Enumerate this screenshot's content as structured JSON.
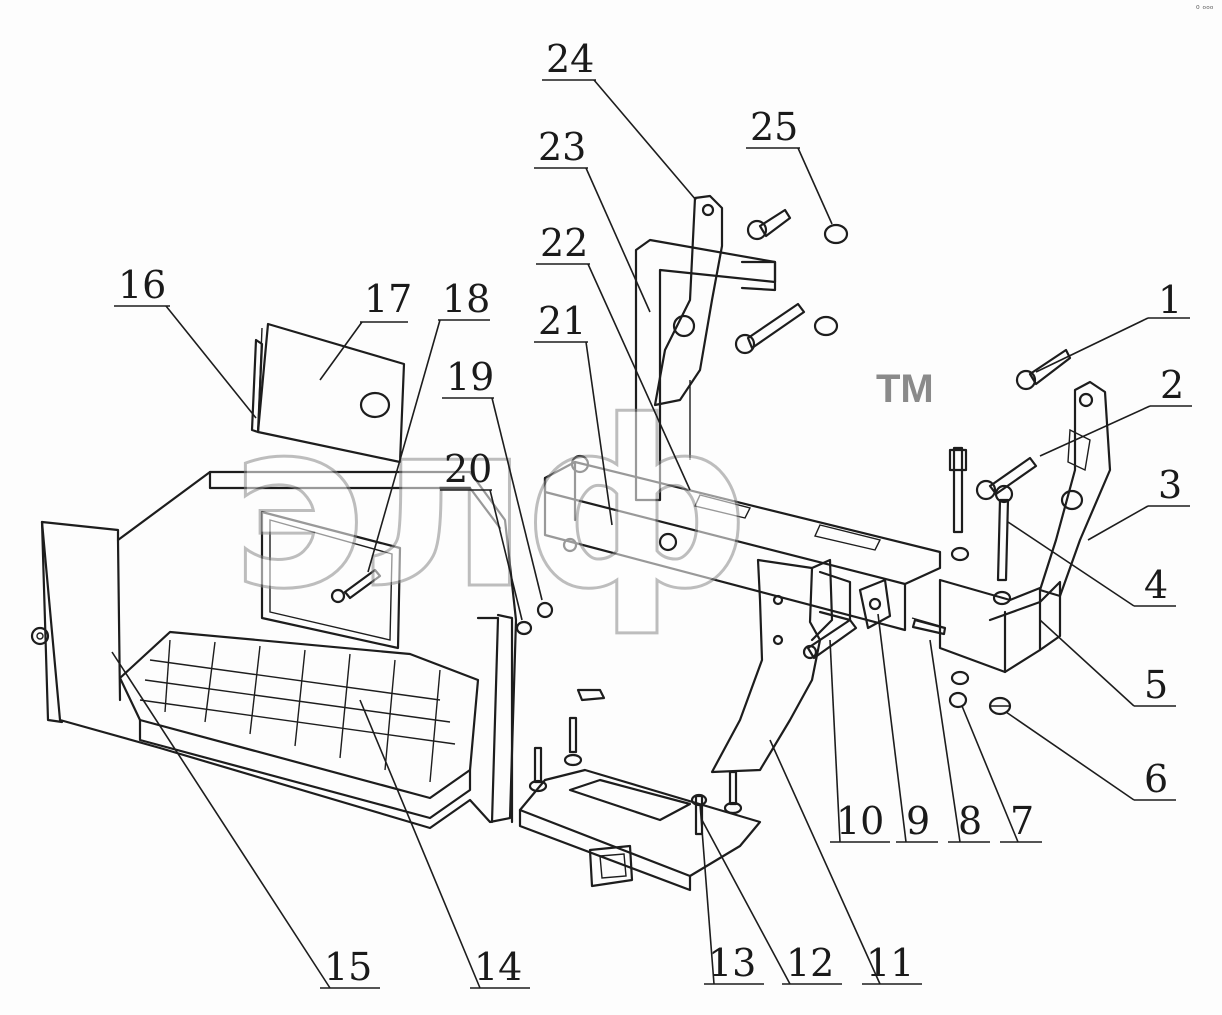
{
  "watermark": {
    "text": "элф",
    "trademark": "TM"
  },
  "corner_mark": "⁰ ᵒᵒᵒ",
  "callouts": [
    {
      "id": "1",
      "label": "1"
    },
    {
      "id": "2",
      "label": "2"
    },
    {
      "id": "3",
      "label": "3"
    },
    {
      "id": "4",
      "label": "4"
    },
    {
      "id": "5",
      "label": "5"
    },
    {
      "id": "6",
      "label": "6"
    },
    {
      "id": "7",
      "label": "7"
    },
    {
      "id": "8",
      "label": "8"
    },
    {
      "id": "9",
      "label": "9"
    },
    {
      "id": "10",
      "label": "10"
    },
    {
      "id": "11",
      "label": "11"
    },
    {
      "id": "12",
      "label": "12"
    },
    {
      "id": "13",
      "label": "13"
    },
    {
      "id": "14",
      "label": "14"
    },
    {
      "id": "15",
      "label": "15"
    },
    {
      "id": "16",
      "label": "16"
    },
    {
      "id": "17",
      "label": "17"
    },
    {
      "id": "18",
      "label": "18"
    },
    {
      "id": "19",
      "label": "19"
    },
    {
      "id": "20",
      "label": "20"
    },
    {
      "id": "21",
      "label": "21"
    },
    {
      "id": "22",
      "label": "22"
    },
    {
      "id": "23",
      "label": "23"
    },
    {
      "id": "24",
      "label": "24"
    },
    {
      "id": "25",
      "label": "25"
    }
  ],
  "colors": {
    "line": "#1d1d1d",
    "watermark": "#8a8a8a",
    "background": "#fdfdfd"
  }
}
